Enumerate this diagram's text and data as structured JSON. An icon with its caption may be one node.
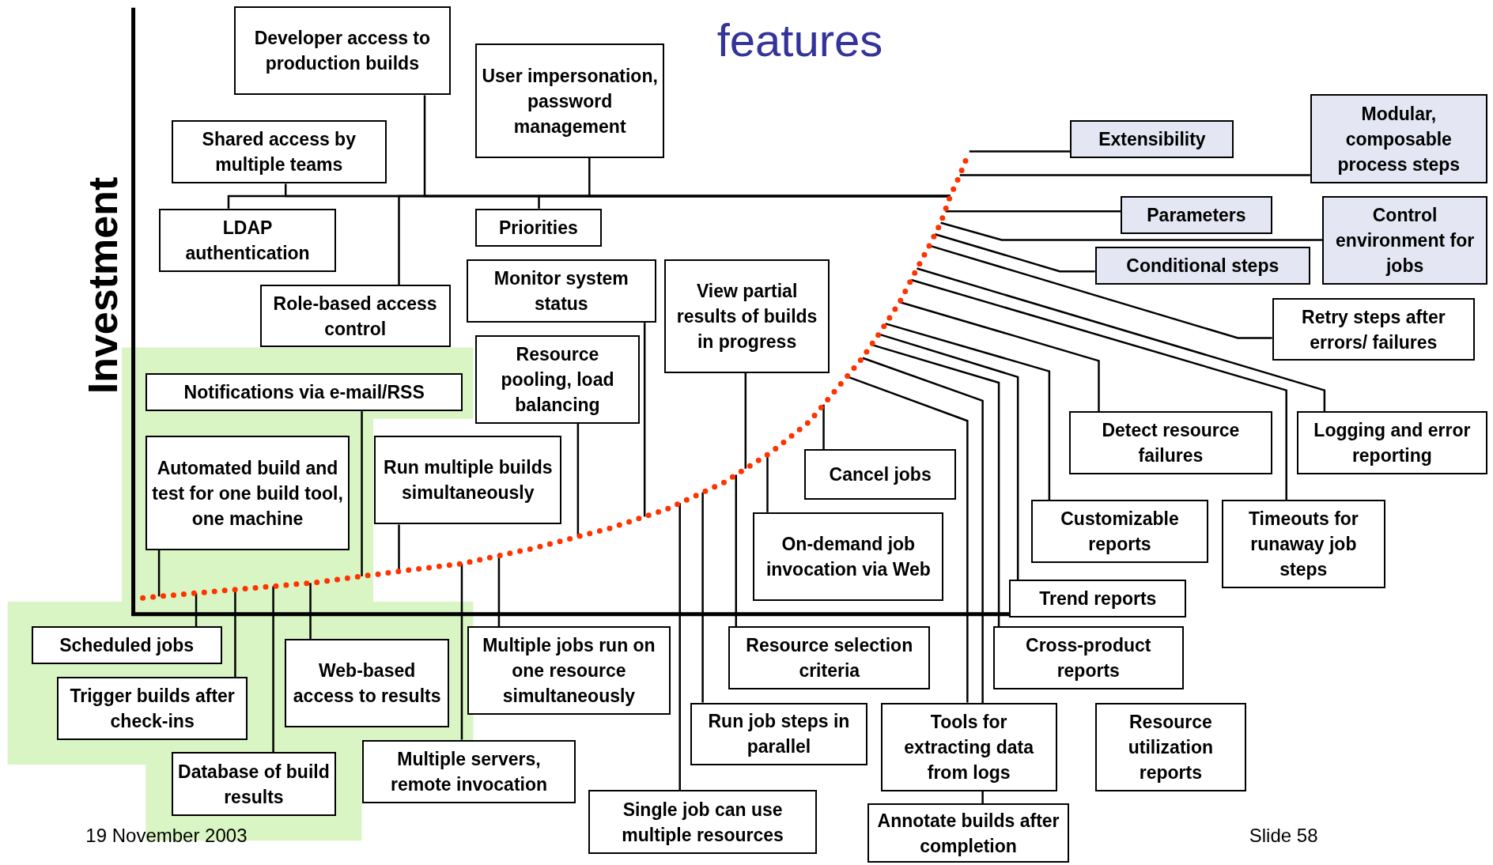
{
  "diagram": {
    "title": "features",
    "nodes": [
      {
        "text": [
          "Developer access to production builds"
        ]
      },
      {
        "text": [
          "User impersonation, password management"
        ]
      },
      {
        "text": [
          "Shared access by multiple teams"
        ]
      },
      {
        "text": [
          "LDAP authentication"
        ]
      },
      {
        "text": [
          "Priorities"
        ]
      },
      {
        "text": [
          "Role-based access control"
        ]
      },
      {
        "text": [
          "Monitor system status"
        ]
      },
      {
        "text": [
          "View partial results of builds in progress"
        ]
      },
      {
        "text": [
          "Resource pooling, load balancing"
        ]
      },
      {
        "text": [
          "Notifications via e-mail/RSS"
        ]
      },
      {
        "text": [
          "Automated build and test for one build tool, one machine"
        ]
      },
      {
        "text": [
          "Run multiple builds simultaneously"
        ]
      },
      {
        "text": [
          "Cancel jobs"
        ]
      },
      {
        "text": [
          "On-demand job invocation via Web"
        ]
      },
      {
        "text": [
          "Scheduled jobs"
        ]
      },
      {
        "text": [
          "Trigger builds after check-ins"
        ]
      },
      {
        "text": [
          "Web-based access to results"
        ]
      },
      {
        "text": [
          "Database of build results"
        ]
      },
      {
        "text": [
          "Multiple jobs run on one resource simultaneously"
        ]
      },
      {
        "text": [
          "Multiple servers, remote invocation"
        ]
      },
      {
        "text": [
          "Resource selection criteria"
        ]
      },
      {
        "text": [
          "Run job steps in parallel"
        ]
      },
      {
        "text": [
          "Single job can use multiple resources"
        ]
      },
      {
        "text": [
          "Tools for extracting data from logs"
        ]
      },
      {
        "text": [
          "Annotate builds after completion"
        ]
      },
      {
        "text": [
          "Extensibility"
        ]
      },
      {
        "text": [
          "Modular, composable process steps"
        ]
      },
      {
        "text": [
          "Parameters"
        ]
      },
      {
        "text": [
          "Control environment for jobs"
        ]
      },
      {
        "text": [
          "Conditional steps"
        ]
      },
      {
        "text": [
          "Retry steps after errors/ failures"
        ]
      },
      {
        "text": [
          "Detect resource failures"
        ]
      },
      {
        "text": [
          "Logging and error reporting"
        ]
      },
      {
        "text": [
          "Customizable reports"
        ]
      },
      {
        "text": [
          "Timeouts for runaway job steps"
        ]
      },
      {
        "text": [
          "Trend reports"
        ]
      },
      {
        "text": [
          "Cross-product reports"
        ]
      },
      {
        "text": [
          "Resource utilization reports"
        ]
      }
    ],
    "edges": [
      {
        "from": 0,
        "to": null,
        "arrow": "none"
      },
      {
        "from": 1,
        "to": null,
        "arrow": "none"
      },
      {
        "from": 2,
        "to": null,
        "arrow": "none"
      },
      {
        "from": 3,
        "to": null,
        "arrow": "none"
      },
      {
        "from": 4,
        "to": null,
        "arrow": "none"
      },
      {
        "from": 5,
        "to": null,
        "arrow": "none"
      },
      {
        "from": 6,
        "to": null,
        "arrow": "none"
      },
      {
        "from": 7,
        "to": null,
        "arrow": "none"
      },
      {
        "from": 8,
        "to": null,
        "arrow": "none"
      },
      {
        "from": 9,
        "to": null,
        "arrow": "none"
      },
      {
        "from": 10,
        "to": null,
        "arrow": "none"
      },
      {
        "from": 11,
        "to": null,
        "arrow": "none"
      },
      {
        "from": 12,
        "to": null,
        "arrow": "none"
      },
      {
        "from": 13,
        "to": null,
        "arrow": "none"
      },
      {
        "from": 14,
        "to": null,
        "arrow": "none"
      },
      {
        "from": 15,
        "to": null,
        "arrow": "none"
      },
      {
        "from": 16,
        "to": null,
        "arrow": "none"
      },
      {
        "from": 17,
        "to": null,
        "arrow": "none"
      },
      {
        "from": 18,
        "to": null,
        "arrow": "none"
      },
      {
        "from": 19,
        "to": null,
        "arrow": "none"
      },
      {
        "from": 20,
        "to": null,
        "arrow": "none"
      },
      {
        "from": 21,
        "to": null,
        "arrow": "none"
      },
      {
        "from": 22,
        "to": null,
        "arrow": "none"
      },
      {
        "from": 23,
        "to": null,
        "arrow": "none"
      },
      {
        "from": 24,
        "to": null,
        "arrow": "none"
      },
      {
        "from": 25,
        "to": null,
        "arrow": "none"
      },
      {
        "from": 26,
        "to": null,
        "arrow": "none"
      },
      {
        "from": 27,
        "to": null,
        "arrow": "none"
      },
      {
        "from": 28,
        "to": null,
        "arrow": "none"
      },
      {
        "from": 29,
        "to": null,
        "arrow": "none"
      },
      {
        "from": 30,
        "to": null,
        "arrow": "none"
      },
      {
        "from": 31,
        "to": null,
        "arrow": "none"
      },
      {
        "from": 32,
        "to": null,
        "arrow": "none"
      },
      {
        "from": 33,
        "to": null,
        "arrow": "none"
      },
      {
        "from": 34,
        "to": null,
        "arrow": "none"
      },
      {
        "from": 35,
        "to": null,
        "arrow": "none"
      },
      {
        "from": 36,
        "to": null,
        "arrow": "none"
      }
    ],
    "labels": [
      "Investment",
      "19 November 2003",
      "Slide 58"
    ]
  }
}
